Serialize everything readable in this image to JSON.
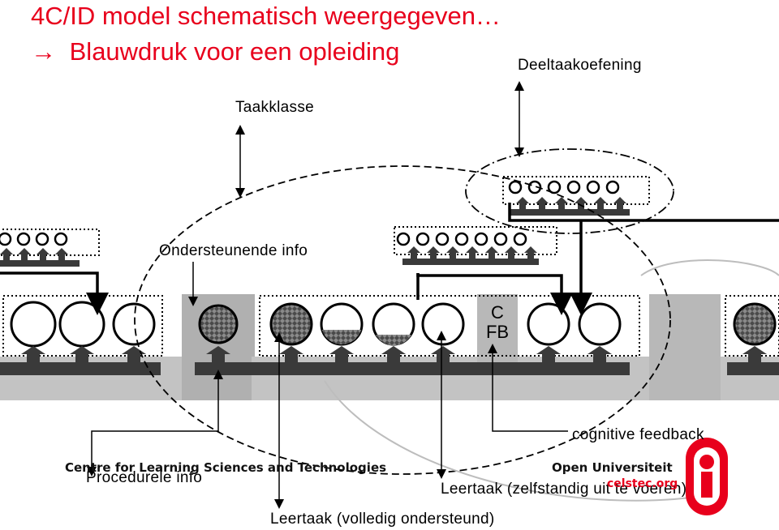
{
  "title": {
    "line1": "4C/ID model schematisch weergegeven…",
    "line2_arrow": "→",
    "line2": "Blauwdruk voor een opleiding"
  },
  "labels": {
    "deeltaakoefening": "Deeltaakoefening",
    "taakklasse": "Taakklasse",
    "ondersteunende_info": "Ondersteunende info",
    "c": "C",
    "fb": "FB",
    "cognitive_feedback": "cognitive feedback",
    "procedurele_info": "Procedurele info",
    "leertaak_zelfstandig": "Leertaak (zelfstandig uit te voeren)",
    "leertaak_volledig": "Leertaak (volledig ondersteund)"
  },
  "logos": {
    "celstec_left": "Centre for Learning Sciences and Technologies",
    "ou": "Open Universiteit",
    "celstec_url": "celstec.org"
  },
  "colors": {
    "title": "#e8001c",
    "band": "#bdbdbd",
    "bar": "#3a3a3a",
    "logo_red": "#e8001c"
  }
}
